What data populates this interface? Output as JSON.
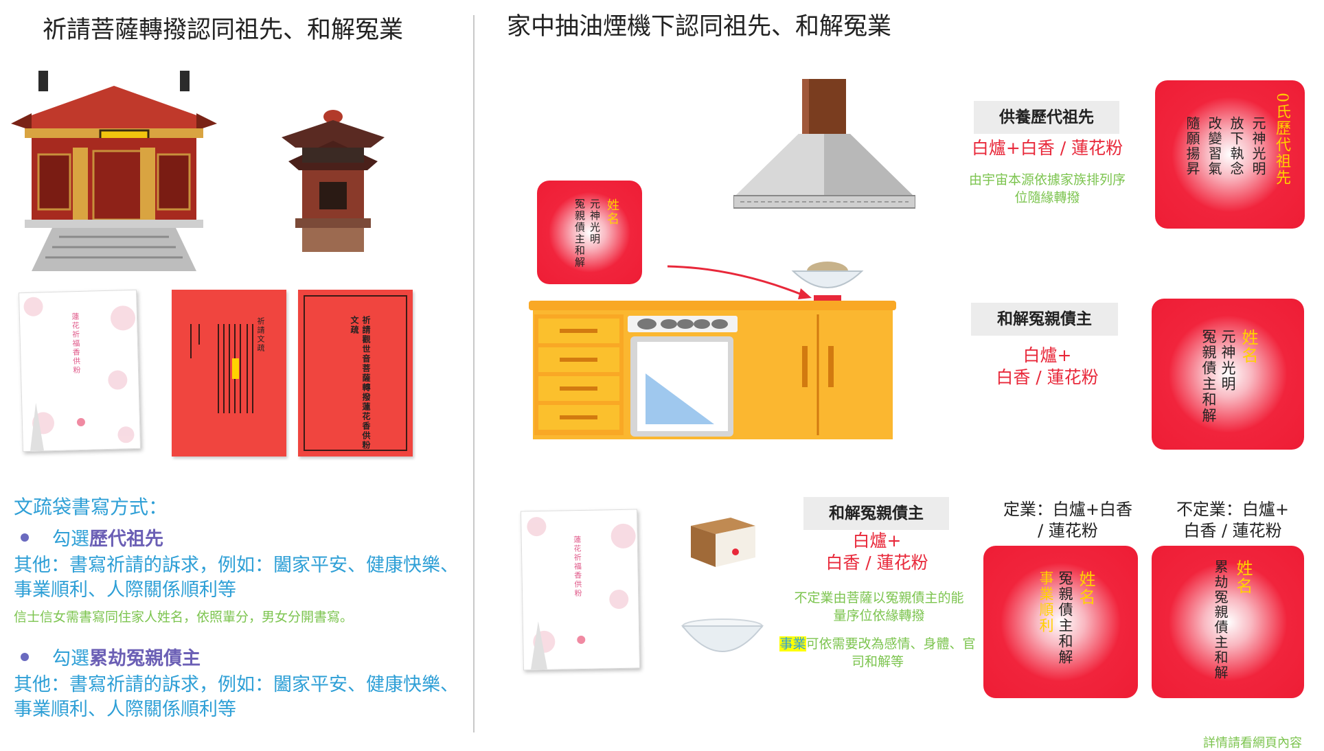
{
  "left": {
    "title": "祈請菩薩轉撥認同祖先、和解冤業",
    "paper_label": "蓮花祈福香供粉",
    "sheet1_text": "祈請文疏",
    "sheet2_text": "祈請觀世音菩薩轉撥蓮花香供粉文疏",
    "instructions": {
      "heading": "文疏袋書寫方式：",
      "section1": {
        "prefix": "勾選",
        "highlight": "歷代祖先",
        "body": "其他：書寫祈請的訴求，例如：闔家平安、健康快樂、事業順利、人際關係順利等",
        "note": "信士信女需書寫同住家人姓名，依照輩分，男女分開書寫。"
      },
      "section2": {
        "prefix": "勾選",
        "highlight": "累劫冤親債主",
        "body": "其他：書寫祈請的訴求，例如：闔家平安、健康快樂、事業順利、人際關係順利等"
      }
    }
  },
  "right": {
    "title": "家中抽油煙機下認同祖先、和解冤業",
    "small_tablet": {
      "name": "姓名",
      "col1": "元神光明",
      "col2": "冤親債主和解"
    },
    "ancestors": {
      "label": "供養歷代祖先",
      "offering": "白爐+白香 / 蓮花粉",
      "note": "由宇宙本源依據家族排列序位隨緣轉撥",
      "tablet": {
        "c1": "0氏歷代祖先",
        "c2": "元神光明",
        "c3": "放下執念",
        "c4": "改變習氣",
        "c5": "隨願揚昇"
      }
    },
    "creditors": {
      "label": "和解冤親債主",
      "offering_line1": "白爐+",
      "offering_line2": "白香 / 蓮花粉",
      "tablet": {
        "name": "姓名",
        "c1": "元神光明",
        "c2": "冤親債主和解"
      }
    },
    "bottom": {
      "label": "和解冤親債主",
      "offering_line1": "白爐+",
      "offering_line2": "白香 / 蓮花粉",
      "note": "不定業由菩薩以冤親債主的能量序位依緣轉撥",
      "note2_highlight": "事業",
      "note2_rest": "可依需要改為感情、身體、官司和解等",
      "paper_label": "蓮花祈福香供粉",
      "fixed_line1": "定業：白爐+白香",
      "fixed_line2": "/ 蓮花粉",
      "unfixed_line1": "不定業：白爐+",
      "unfixed_line2": "白香 / 蓮花粉",
      "tablet_fixed": {
        "name": "姓名",
        "c1": "冤親債主和解",
        "c2": "事業順利"
      },
      "tablet_unfixed": {
        "name": "姓名",
        "c1": "累劫冤親債主和解"
      }
    },
    "footer": "詳情請看網頁內容"
  },
  "colors": {
    "blue_text": "#2e9fd6",
    "green_text": "#7cc44f",
    "red_text": "#e8283a",
    "purple_highlight": "#6b5fb5",
    "tablet_red": "#ee1d35",
    "name_yellow": "#ffd200",
    "cabinet_orange": "#f9a825"
  }
}
